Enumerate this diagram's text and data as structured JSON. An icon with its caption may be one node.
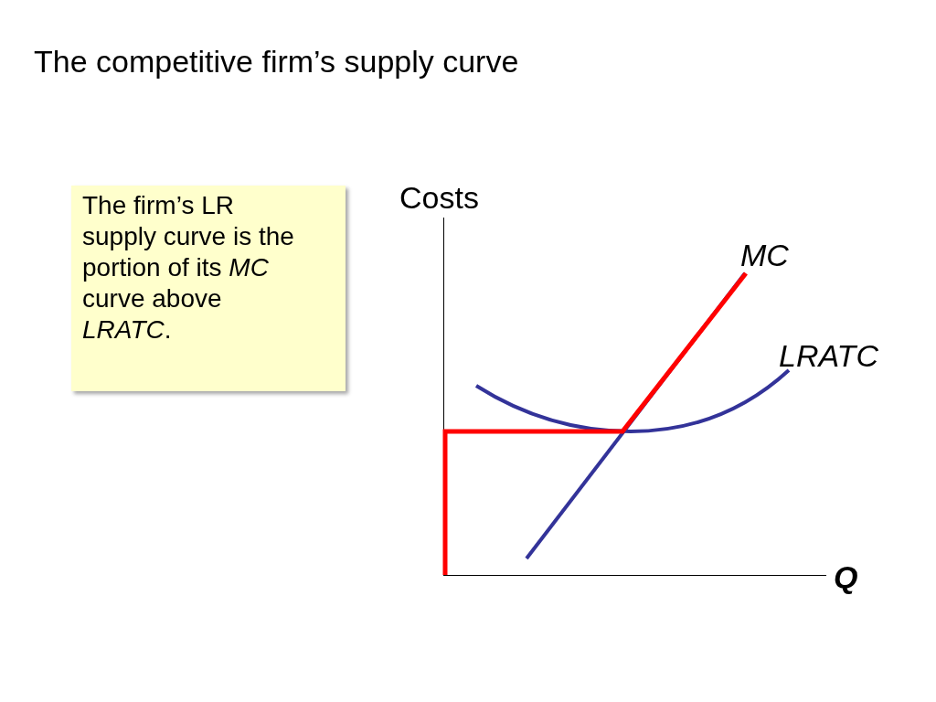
{
  "diagram": {
    "title": "The competitive firm’s supply curve",
    "nodes": [
      {
        "text": [
          "The firm’s LR supply curve is the portion of its *MC* curve above *LRATC*."
        ]
      }
    ],
    "labels": [
      "Costs",
      "MC",
      "LRATC",
      "Q"
    ]
  }
}
